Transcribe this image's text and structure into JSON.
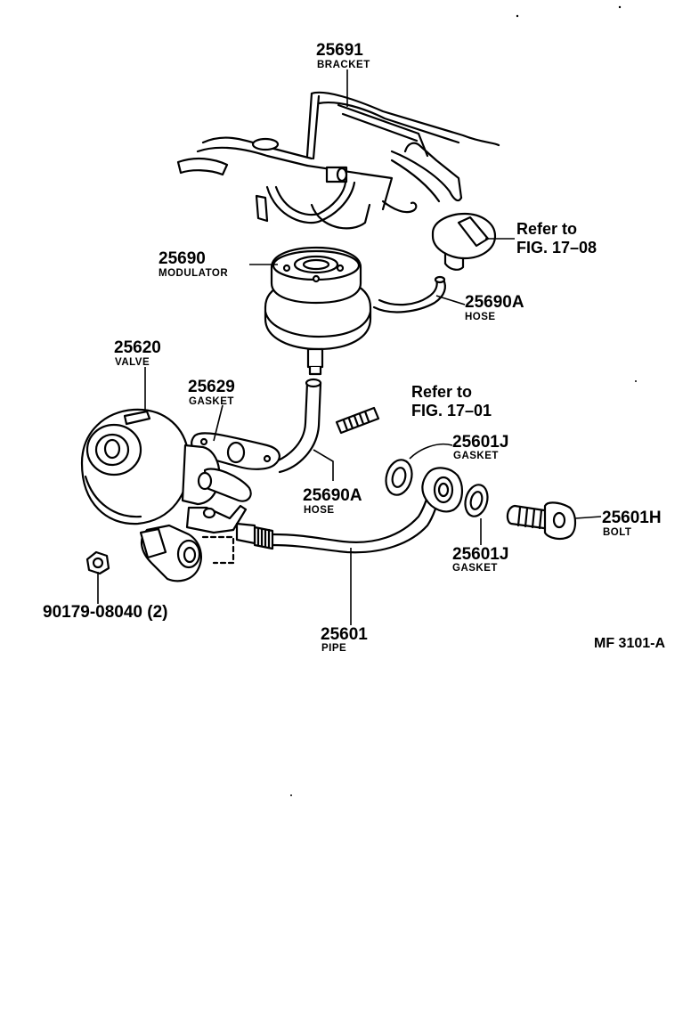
{
  "diagram_code": "MF 3101-A",
  "callouts": {
    "bracket": {
      "number": "25691",
      "name": "BRACKET"
    },
    "modulator": {
      "number": "25690",
      "name": "MODULATOR"
    },
    "hose_upper": {
      "number": "25690A",
      "name": "HOSE"
    },
    "hose_lower": {
      "number": "25690A",
      "name": "HOSE"
    },
    "valve": {
      "number": "25620",
      "name": "VALVE"
    },
    "gasket_valve": {
      "number": "25629",
      "name": "GASKET"
    },
    "gasket_upper": {
      "number": "25601J",
      "name": "GASKET"
    },
    "gasket_lower": {
      "number": "25601J",
      "name": "GASKET"
    },
    "bolt": {
      "number": "25601H",
      "name": "BOLT"
    },
    "pipe": {
      "number": "25601",
      "name": "PIPE"
    },
    "nut": {
      "number": "90179-08040 (2)"
    }
  },
  "references": {
    "ref_1708": {
      "line1": "Refer to",
      "line2": "FIG. 17–08"
    },
    "ref_1701": {
      "line1": "Refer to",
      "line2": "FIG. 17–01"
    }
  }
}
